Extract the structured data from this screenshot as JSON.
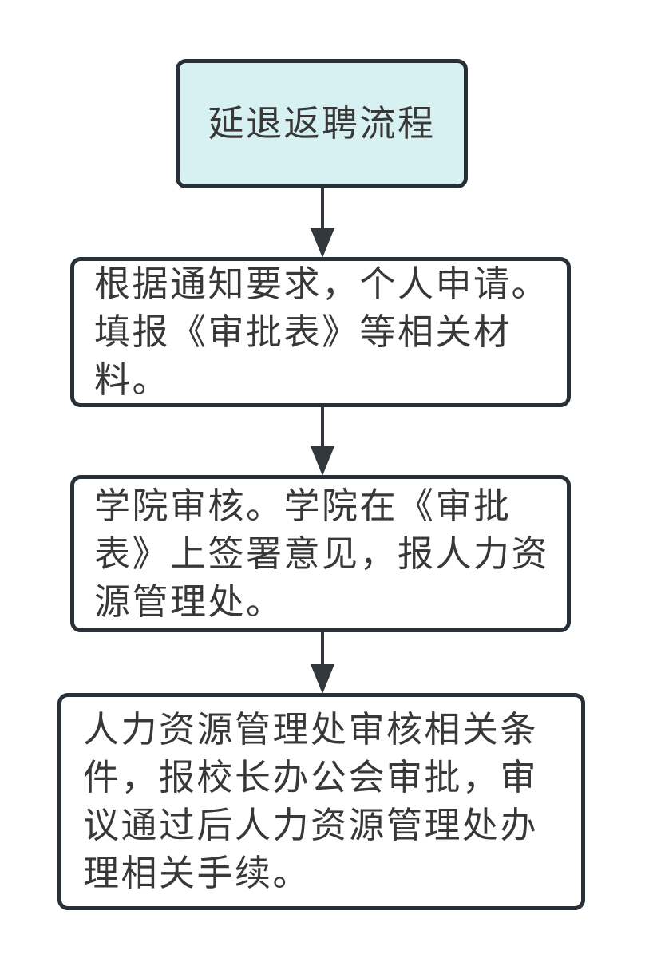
{
  "flowchart": {
    "title_node": {
      "label": "延退返聘流程",
      "fill_color": "#d7f0f2",
      "border_color": "#272f38"
    },
    "steps": [
      {
        "text": "根据通知要求，个人申请。填报《审批表》等相关材料。",
        "lines": [
          "根据通知要求，个人申请。",
          "填报《审批表》等相关材",
          "料。"
        ]
      },
      {
        "text": "学院审核。学院在《审批表》上签署意见，报人力资源管理处。",
        "lines": [
          "学院审核。学院在《审批",
          "表》上签署意见，报人力资",
          "源管理处。"
        ]
      },
      {
        "text": "人力资源管理处审核相关条件，报校长办公会审批，审议通过后人力资源管理处办理相关手续。",
        "lines": [
          "人力资源管理处审核相关条",
          "件，报校长办公会审批，审",
          "议通过后人力资源管理处办",
          "理相关手续。"
        ]
      }
    ],
    "node_fill_color": "#ffffff",
    "text_color": "#383838",
    "arrow_color": "#31373d"
  }
}
